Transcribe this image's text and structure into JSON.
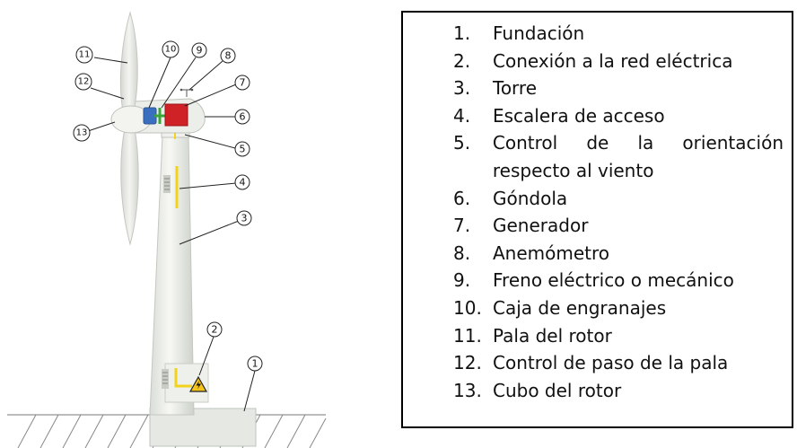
{
  "callouts": [
    "1",
    "2",
    "3",
    "4",
    "5",
    "6",
    "7",
    "8",
    "9",
    "10",
    "11",
    "12",
    "13"
  ],
  "legend": [
    {
      "num": "1.",
      "text": "Fundación"
    },
    {
      "num": "2.",
      "text": "Conexión a la red eléctrica"
    },
    {
      "num": "3.",
      "text": "Torre"
    },
    {
      "num": "4.",
      "text": "Escalera de acceso"
    },
    {
      "num": "5.",
      "text": "Control de la orientación respecto al viento"
    },
    {
      "num": "6.",
      "text": "Góndola"
    },
    {
      "num": "7.",
      "text": "Generador"
    },
    {
      "num": "8.",
      "text": "Anemómetro"
    },
    {
      "num": "9.",
      "text": "Freno eléctrico o mecánico"
    },
    {
      "num": "10.",
      "text": "Caja de engranajes"
    },
    {
      "num": "11.",
      "text": "Pala del rotor"
    },
    {
      "num": "12.",
      "text": "Control de paso de la pala"
    },
    {
      "num": "13.",
      "text": "Cubo del rotor"
    }
  ]
}
